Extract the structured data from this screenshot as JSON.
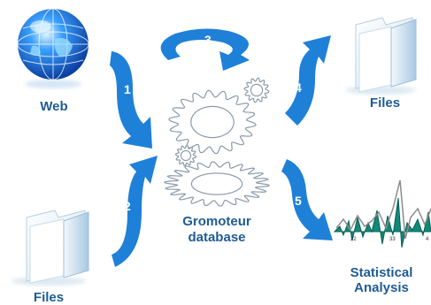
{
  "labels": {
    "web": "Web",
    "files_left": "Files",
    "files_right": "Files",
    "database_line1": "Gromoteur",
    "database_line2": "database",
    "stats_line1": "Statistical",
    "stats_line2": "Analysis"
  },
  "arrows": [
    {
      "number": "1"
    },
    {
      "number": "2"
    },
    {
      "number": "3"
    },
    {
      "number": "4"
    },
    {
      "number": "5"
    }
  ],
  "mini_chart": {
    "ticks": [
      "22",
      "33",
      "4"
    ]
  },
  "colors": {
    "arrow": "#1f80d8",
    "label": "#1f5c96",
    "gear": "#8a9aa8",
    "chart_fill": "#0f8a78"
  }
}
